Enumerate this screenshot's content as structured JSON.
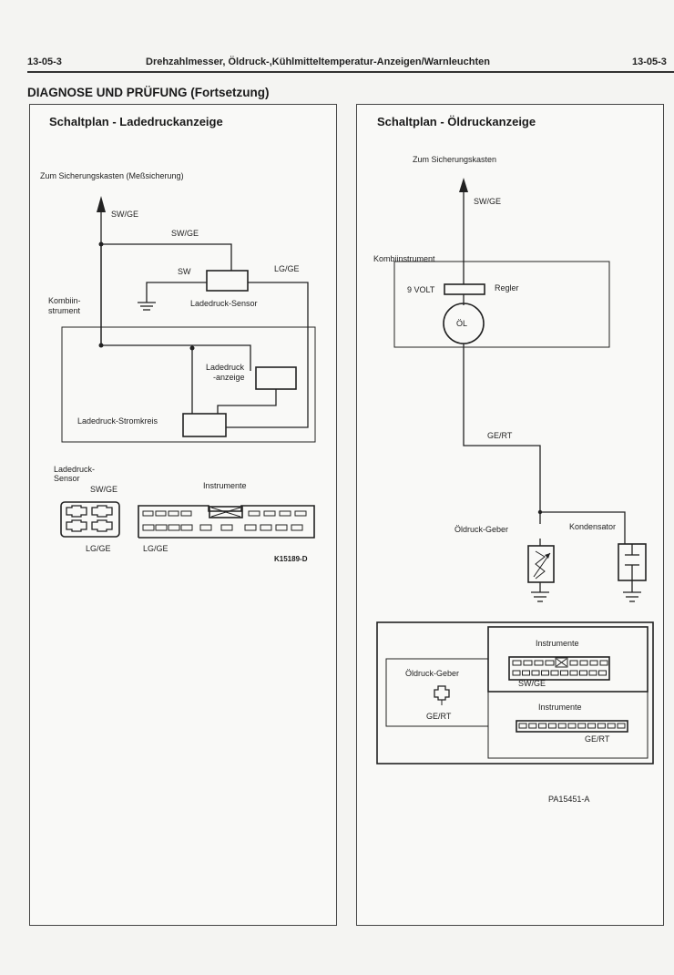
{
  "header": {
    "page_number_left": "13-05-3",
    "title": "Drehzahlmesser, Öldruck-,Kühlmitteltemperatur-Anzeigen/Warnleuchten",
    "page_number_right": "13-05-3"
  },
  "section_title": "DIAGNOSE UND PRÜFUNG (Fortsetzung)",
  "left_panel": {
    "title": "Schaltplan - Ladedruckanzeige",
    "labels": {
      "fuse_box": "Zum Sicherungskasten (Meßsicherung)",
      "wire_main": "SW/GE",
      "wire_branch": "SW/GE",
      "wire_ground": "SW",
      "wire_return": "LG/GE",
      "sensor": "Ladedruck-Sensor",
      "cluster_line1": "Kombiin-",
      "cluster_line2": "strument",
      "gauge_line1": "Ladedruck",
      "gauge_line2": "-anzeige",
      "circuit": "Ladedruck-Stromkreis"
    },
    "connectors": {
      "sensor_line1": "Ladedruck-",
      "sensor_line2": "Sensor",
      "sensor_top_wire": "SW/GE",
      "sensor_bottom_wire": "LG/GE",
      "instruments": "Instrumente",
      "instruments_wire": "LG/GE"
    },
    "figure_code": "K15189-D"
  },
  "right_panel": {
    "title": "Schaltplan - Öldruckanzeige",
    "labels": {
      "fuse_box": "Zum Sicherungskasten",
      "wire_main": "SW/GE",
      "cluster": "Kombiinstrument",
      "voltage": "9 VOLT",
      "regulator": "Regler",
      "gauge": "ÖL",
      "wire_sender": "GE/RT",
      "sender": "Öldruck-Geber",
      "capacitor": "Kondensator"
    },
    "connectors": {
      "sender_title": "Öldruck-Geber",
      "sender_wire": "GE/RT",
      "instruments_top": "Instrumente",
      "instruments_top_wire": "SW/GE",
      "instruments_bottom": "Instrumente",
      "instruments_bottom_wire": "GE/RT"
    },
    "figure_code": "PA15451-A"
  }
}
